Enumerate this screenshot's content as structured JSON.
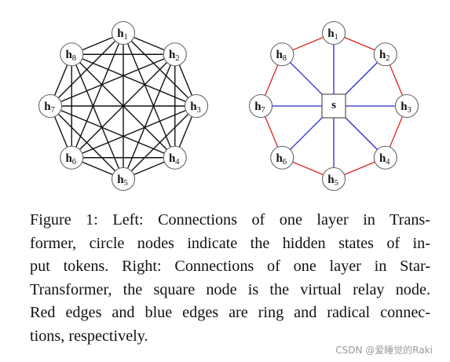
{
  "left_graph": {
    "nodes": [
      {
        "base": "h",
        "sub": "1"
      },
      {
        "base": "h",
        "sub": "2"
      },
      {
        "base": "h",
        "sub": "3"
      },
      {
        "base": "h",
        "sub": "4"
      },
      {
        "base": "h",
        "sub": "5"
      },
      {
        "base": "h",
        "sub": "6"
      },
      {
        "base": "h",
        "sub": "7"
      },
      {
        "base": "h",
        "sub": "8"
      }
    ],
    "edges": "all-pairs",
    "edge_color": "#111111"
  },
  "right_graph": {
    "nodes": [
      {
        "base": "h",
        "sub": "1"
      },
      {
        "base": "h",
        "sub": "2"
      },
      {
        "base": "h",
        "sub": "3"
      },
      {
        "base": "h",
        "sub": "4"
      },
      {
        "base": "h",
        "sub": "5"
      },
      {
        "base": "h",
        "sub": "6"
      },
      {
        "base": "h",
        "sub": "7"
      },
      {
        "base": "h",
        "sub": "8"
      }
    ],
    "relay_label": "s",
    "ring_edge_color": "#dd2222",
    "radial_edge_color": "#2a2ad0"
  },
  "caption": {
    "lines": [
      "Figure 1: Left: Connections of one layer in Trans-",
      "former, circle nodes indicate the hidden states of in-",
      "put tokens. Right: Connections of one layer in Star-",
      "Transformer, the square node is the virtual relay node.",
      "Red edges and blue edges are ring and radical connec-",
      "tions, respectively."
    ]
  },
  "watermark": "CSDN @爱睡觉的Raki"
}
